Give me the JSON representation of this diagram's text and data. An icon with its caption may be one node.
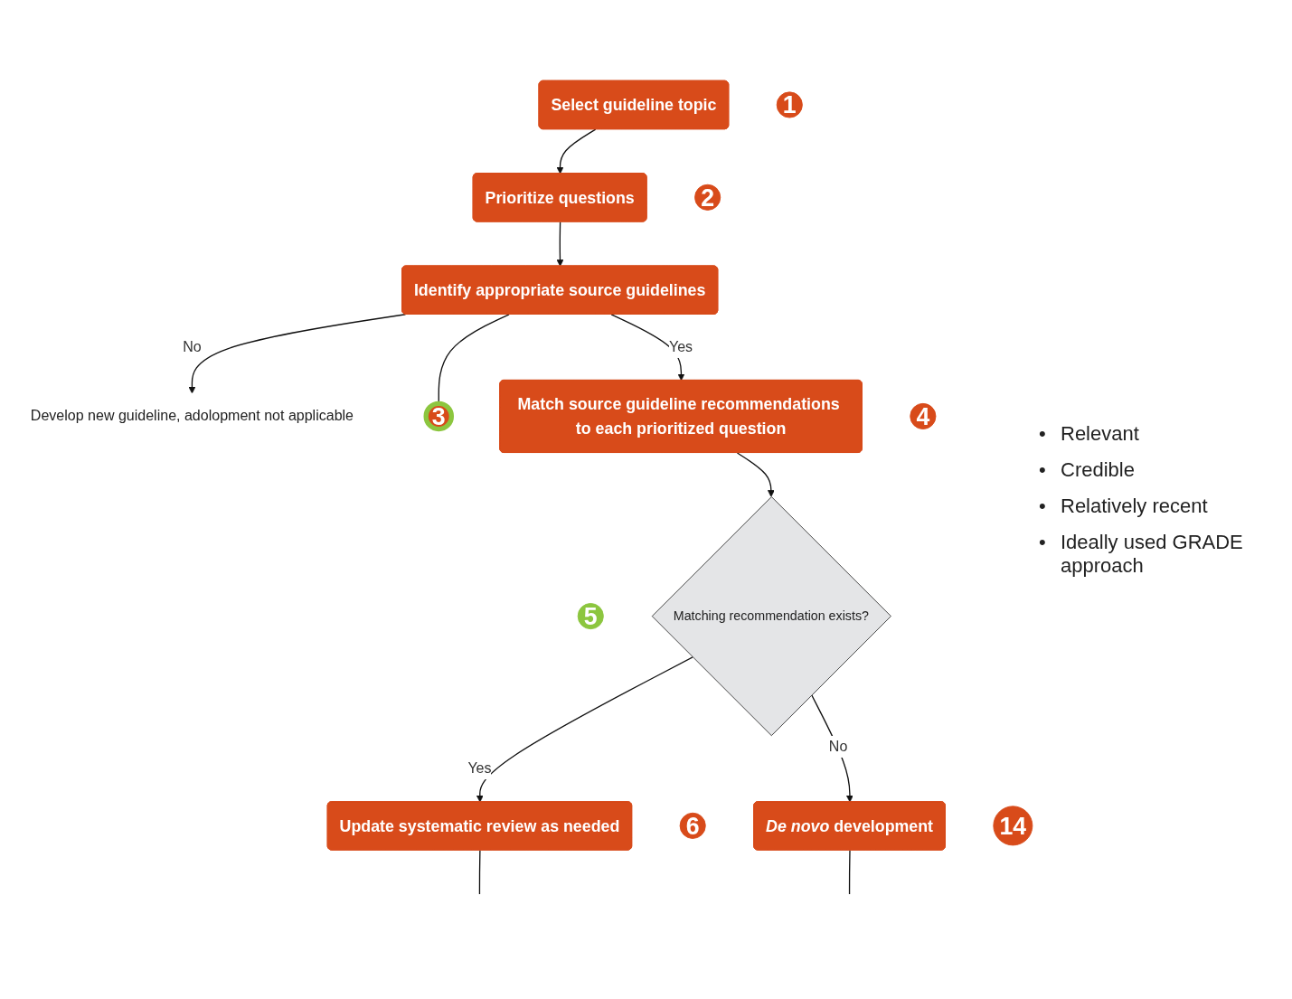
{
  "diagram": {
    "nodes": [
      {
        "text": [
          "Select guideline topic"
        ]
      },
      {
        "text": [
          "1"
        ]
      },
      {
        "text": [
          "Prioritize questions"
        ]
      },
      {
        "text": [
          "2"
        ]
      },
      {
        "text": [
          "Develop new guideline, adolopment not applicable"
        ]
      },
      {
        "text": [
          "Identify appropriate source guidelines"
        ]
      },
      {
        "text": [
          "3"
        ]
      },
      {
        "text": [
          "Match source guideline recommendations to each prioritized question"
        ]
      },
      {
        "text": [
          "4"
        ]
      },
      {
        "text": [
          "5"
        ]
      },
      {
        "text": [
          "Matching recommendation exists?"
        ]
      },
      {
        "text": [
          "Update systematic review as needed"
        ]
      },
      {
        "text": [
          "6"
        ]
      },
      {
        "text": [
          "*De novo* development"
        ]
      },
      {
        "text": [
          "14"
        ]
      }
    ],
    "edges": [
      {
        "from": 0,
        "to": 2,
        "arrow": "to"
      },
      {
        "from": 2,
        "to": 5,
        "arrow": "to"
      },
      {
        "from": 5,
        "to": 4,
        "arrow": "to",
        "label": "No"
      },
      {
        "from": 5,
        "to": 6,
        "arrow": "none"
      },
      {
        "from": 5,
        "to": 7,
        "arrow": "to",
        "label": "Yes"
      },
      {
        "from": 7,
        "to": 10,
        "arrow": "to"
      },
      {
        "from": 10,
        "to": 11,
        "arrow": "to",
        "label": "Yes"
      },
      {
        "from": 10,
        "to": 13,
        "arrow": "to",
        "label": "No"
      },
      {
        "from": 11,
        "to": null,
        "arrow": "none"
      },
      {
        "from": 13,
        "to": null,
        "arrow": "none"
      }
    ],
    "labels": [
      "•",
      "Relevant",
      "•",
      "Credible",
      "•",
      "Relatively recent",
      "•",
      "Ideally used GRADE approach"
    ]
  }
}
